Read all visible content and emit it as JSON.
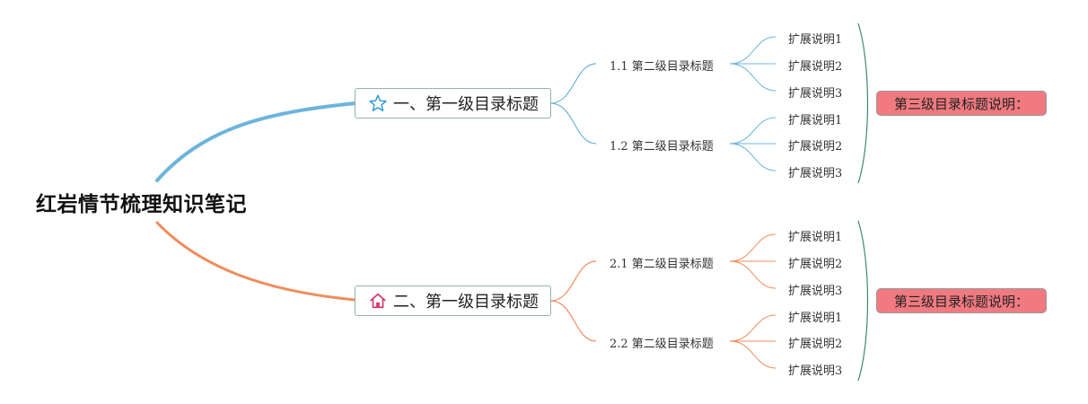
{
  "root": {
    "title": "红岩情节梳理知识笔记"
  },
  "colors": {
    "branch1": "#6cb4dc",
    "branch2": "#ef8d5c",
    "summary_bg": "#f07a80",
    "bracket": "#3e8a6a"
  },
  "branches": [
    {
      "label": "一、第一级目录标题",
      "icon": "star-icon",
      "children": [
        {
          "label": "1.1 第二级目录标题",
          "items": [
            "扩展说明1",
            "扩展说明2",
            "扩展说明3"
          ]
        },
        {
          "label": "1.2 第二级目录标题",
          "items": [
            "扩展说明1",
            "扩展说明2",
            "扩展说明3"
          ]
        }
      ],
      "summary": "第三级目录标题说明："
    },
    {
      "label": "二、第一级目录标题",
      "icon": "house-icon",
      "children": [
        {
          "label": "2.1 第二级目录标题",
          "items": [
            "扩展说明1",
            "扩展说明2",
            "扩展说明3"
          ]
        },
        {
          "label": "2.2 第二级目录标题",
          "items": [
            "扩展说明1",
            "扩展说明2",
            "扩展说明3"
          ]
        }
      ],
      "summary": "第三级目录标题说明："
    }
  ]
}
